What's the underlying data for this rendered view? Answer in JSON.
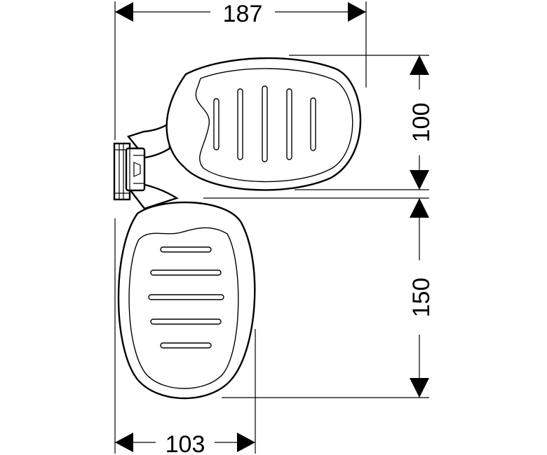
{
  "dimensions": {
    "top_width": "187",
    "upper_height": "100",
    "lower_height": "150",
    "bottom_width": "103"
  },
  "colors": {
    "line": "#000000",
    "background": "#ffffff"
  }
}
